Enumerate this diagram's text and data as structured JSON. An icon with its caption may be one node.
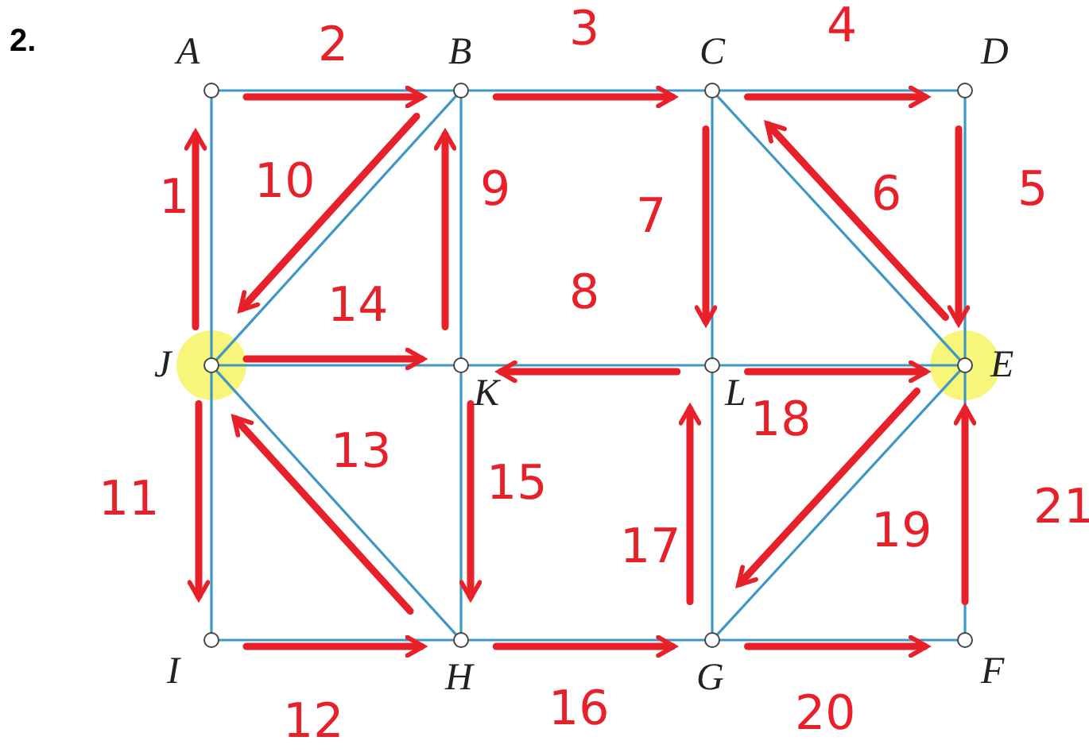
{
  "diagram": {
    "nodes": [
      {
        "text": [],
        "shape": "circle",
        "beside": [
          "A"
        ]
      },
      {
        "text": [],
        "shape": "circle",
        "beside": [
          "B"
        ]
      },
      {
        "text": [],
        "shape": "circle",
        "beside": [
          "C"
        ]
      },
      {
        "text": [],
        "shape": "circle",
        "beside": [
          "D"
        ]
      },
      {
        "text": [],
        "shape": "circle",
        "beside": [
          "J"
        ]
      },
      {
        "text": [],
        "shape": "circle",
        "beside": [
          "K"
        ]
      },
      {
        "text": [],
        "shape": "circle",
        "beside": [
          "L"
        ]
      },
      {
        "text": [],
        "shape": "circle",
        "beside": [
          "E"
        ]
      },
      {
        "text": [],
        "shape": "circle",
        "beside": [
          "I"
        ]
      },
      {
        "text": [],
        "shape": "circle",
        "beside": [
          "H"
        ]
      },
      {
        "text": [],
        "shape": "circle",
        "beside": [
          "G"
        ]
      },
      {
        "text": [],
        "shape": "circle",
        "beside": [
          "F"
        ]
      }
    ],
    "edges": [
      {
        "from": 0,
        "to": 1,
        "arrow": "none"
      },
      {
        "from": 1,
        "to": 2,
        "arrow": "none"
      },
      {
        "from": 2,
        "to": 3,
        "arrow": "none"
      },
      {
        "from": 0,
        "to": 4,
        "arrow": "none"
      },
      {
        "from": 1,
        "to": 4,
        "arrow": "none"
      },
      {
        "from": 1,
        "to": 5,
        "arrow": "none"
      },
      {
        "from": 2,
        "to": 6,
        "arrow": "none"
      },
      {
        "from": 2,
        "to": 7,
        "arrow": "none"
      },
      {
        "from": 3,
        "to": 7,
        "arrow": "none"
      },
      {
        "from": 4,
        "to": 5,
        "arrow": "none"
      },
      {
        "from": 5,
        "to": 6,
        "arrow": "none"
      },
      {
        "from": 6,
        "to": 7,
        "arrow": "none"
      },
      {
        "from": 4,
        "to": 8,
        "arrow": "none"
      },
      {
        "from": 4,
        "to": 9,
        "arrow": "none"
      },
      {
        "from": 5,
        "to": 9,
        "arrow": "none"
      },
      {
        "from": 6,
        "to": 10,
        "arrow": "none"
      },
      {
        "from": 10,
        "to": 7,
        "arrow": "none"
      },
      {
        "from": 7,
        "to": 11,
        "arrow": "none"
      },
      {
        "from": 8,
        "to": 9,
        "arrow": "none"
      },
      {
        "from": 9,
        "to": 10,
        "arrow": "none"
      },
      {
        "from": 10,
        "to": 11,
        "arrow": "none"
      },
      {
        "from": 4,
        "to": 0,
        "arrow": "to",
        "label": "1",
        "style": "thick",
        "color": "#e8202a"
      },
      {
        "from": 0,
        "to": 1,
        "arrow": "to",
        "label": "2",
        "style": "thick",
        "color": "#e8202a"
      },
      {
        "from": 1,
        "to": 2,
        "arrow": "to",
        "label": "3",
        "style": "thick",
        "color": "#e8202a"
      },
      {
        "from": 2,
        "to": 3,
        "arrow": "to",
        "label": "4",
        "style": "thick",
        "color": "#e8202a"
      },
      {
        "from": 3,
        "to": 7,
        "arrow": "to",
        "label": "5",
        "style": "thick",
        "color": "#e8202a"
      },
      {
        "from": 7,
        "to": 2,
        "arrow": "to",
        "label": "6",
        "style": "thick",
        "color": "#e8202a"
      },
      {
        "from": 2,
        "to": 6,
        "arrow": "to",
        "label": "7",
        "style": "thick",
        "color": "#e8202a"
      },
      {
        "from": 6,
        "to": 5,
        "arrow": "to",
        "label": "8",
        "style": "thick",
        "color": "#e8202a"
      },
      {
        "from": 5,
        "to": 1,
        "arrow": "to",
        "label": "9",
        "style": "thick",
        "color": "#e8202a"
      },
      {
        "from": 1,
        "to": 4,
        "arrow": "to",
        "label": "10",
        "style": "thick",
        "color": "#e8202a"
      },
      {
        "from": 4,
        "to": 8,
        "arrow": "to",
        "label": "11",
        "style": "thick",
        "color": "#e8202a"
      },
      {
        "from": 8,
        "to": 9,
        "arrow": "to",
        "label": "12",
        "style": "thick",
        "color": "#e8202a"
      },
      {
        "from": 9,
        "to": 4,
        "arrow": "to",
        "label": "13",
        "style": "thick",
        "color": "#e8202a"
      },
      {
        "from": 4,
        "to": 5,
        "arrow": "to",
        "label": "14",
        "style": "thick",
        "color": "#e8202a"
      },
      {
        "from": 5,
        "to": 9,
        "arrow": "to",
        "label": "15",
        "style": "thick",
        "color": "#e8202a"
      },
      {
        "from": 9,
        "to": 10,
        "arrow": "to",
        "label": "16",
        "style": "thick",
        "color": "#e8202a"
      },
      {
        "from": 10,
        "to": 6,
        "arrow": "to",
        "label": "17",
        "style": "thick",
        "color": "#e8202a"
      },
      {
        "from": 6,
        "to": 7,
        "arrow": "to",
        "label": "18",
        "style": "thick",
        "color": "#e8202a"
      },
      {
        "from": 7,
        "to": 10,
        "arrow": "to",
        "label": "19",
        "style": "thick",
        "color": "#e8202a"
      },
      {
        "from": 10,
        "to": 11,
        "arrow": "to",
        "label": "20",
        "style": "thick",
        "color": "#e8202a"
      },
      {
        "from": 11,
        "to": 7,
        "arrow": "to",
        "label": "21",
        "style": "thick",
        "color": "#e8202a"
      }
    ],
    "labels": [
      "2."
    ]
  }
}
